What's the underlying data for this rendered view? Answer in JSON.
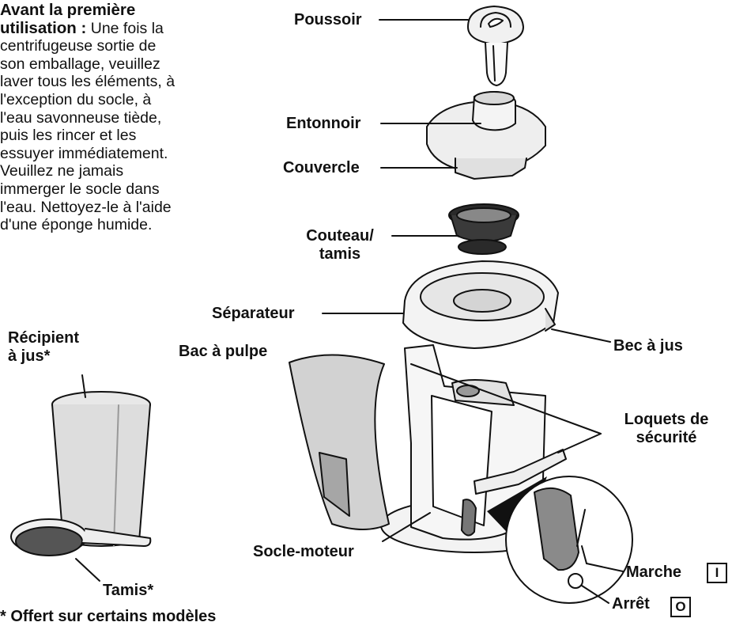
{
  "intro": {
    "heading_line1": "Avant la première",
    "heading_line2_bold": "utilisation :",
    "heading_line2_rest": " Une fois la",
    "lines": [
      "centrifugeuse sortie de",
      "son emballage, veuillez",
      "laver tous les éléments, à",
      "l'exception du socle, à",
      "l'eau savonneuse tiède,",
      "puis les rincer et les",
      "essuyer immédiatement.",
      "Veuillez ne jamais",
      "immerger le socle dans",
      "l'eau. Nettoyez-le à l'aide",
      "d'une éponge humide."
    ]
  },
  "labels": {
    "poussoir": "Poussoir",
    "entonnoir": "Entonnoir",
    "couvercle": "Couvercle",
    "couteau_line1": "Couteau/",
    "couteau_line2": "tamis",
    "separateur": "Séparateur",
    "bec": "Bec à jus",
    "recipient_line1": "Récipient",
    "recipient_line2": "à jus*",
    "bac": "Bac à pulpe",
    "loquets_line1": "Loquets de",
    "loquets_line2": "sécurité",
    "socle": "Socle-moteur",
    "tamis": "Tamis*",
    "marche": "Marche",
    "arret": "Arrêt"
  },
  "symbols": {
    "marche": "I",
    "arret": "O"
  },
  "footnote": "* Offert sur certains modèles"
}
